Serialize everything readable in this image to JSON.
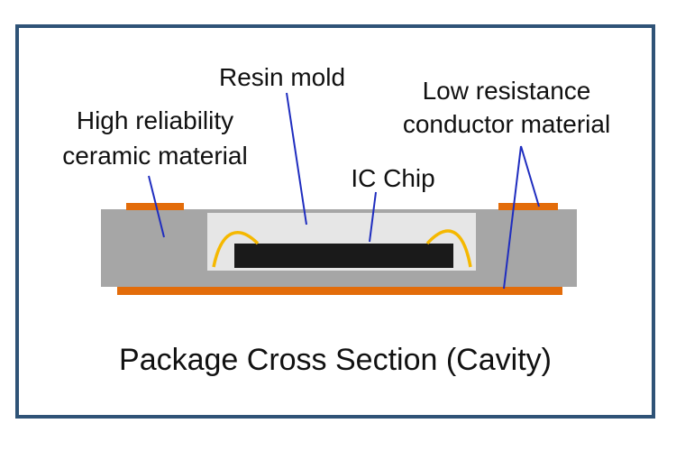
{
  "labels": {
    "resin_mold": "Resin mold",
    "low_resistance_line1": "Low resistance",
    "low_resistance_line2": "conductor material",
    "high_reliability_line1": "High reliability",
    "high_reliability_line2": "ceramic material",
    "ic_chip": "IC Chip"
  },
  "caption": "Package Cross Section (Cavity)",
  "colors": {
    "frame_border": "#2f5377",
    "ceramic": "#a6a6a6",
    "resin": "#e6e6e6",
    "chip": "#1a1a1a",
    "conductor": "#e36c0a",
    "bond_wire": "#f5b800",
    "leader_line": "#1f2dbf"
  }
}
